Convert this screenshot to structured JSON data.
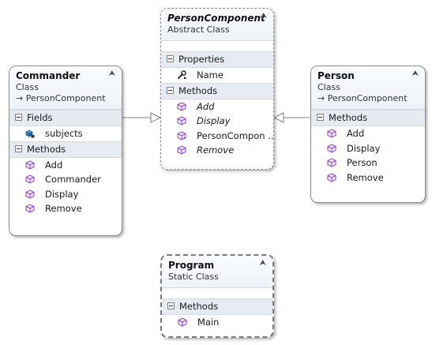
{
  "colors": {
    "method_icon": "#8a45c8",
    "section_bg": "#e6ebf2",
    "border": "#8c8c8c"
  },
  "classes": {
    "commander": {
      "name": "Commander",
      "kind": "Class",
      "base": "→ PersonComponent",
      "fields_label": "Fields",
      "fields": [
        "subjects"
      ],
      "methods_label": "Methods",
      "methods": [
        "Add",
        "Commander",
        "Display",
        "Remove"
      ]
    },
    "person_component": {
      "name": "PersonComponent",
      "kind": "Abstract Class",
      "properties_label": "Properties",
      "properties": [
        "Name"
      ],
      "methods_label": "Methods",
      "methods": [
        "Add",
        "Display",
        "PersonCompon ...",
        "Remove"
      ]
    },
    "person": {
      "name": "Person",
      "kind": "Class",
      "base": "→ PersonComponent",
      "methods_label": "Methods",
      "methods": [
        "Add",
        "Display",
        "Person",
        "Remove"
      ]
    },
    "program": {
      "name": "Program",
      "kind": "Static Class",
      "methods_label": "Methods",
      "methods": [
        "Main"
      ]
    }
  },
  "icons": {
    "collapse": "⮝",
    "method": "cube-icon",
    "field": "lock-field-icon",
    "property": "wrench-icon"
  }
}
